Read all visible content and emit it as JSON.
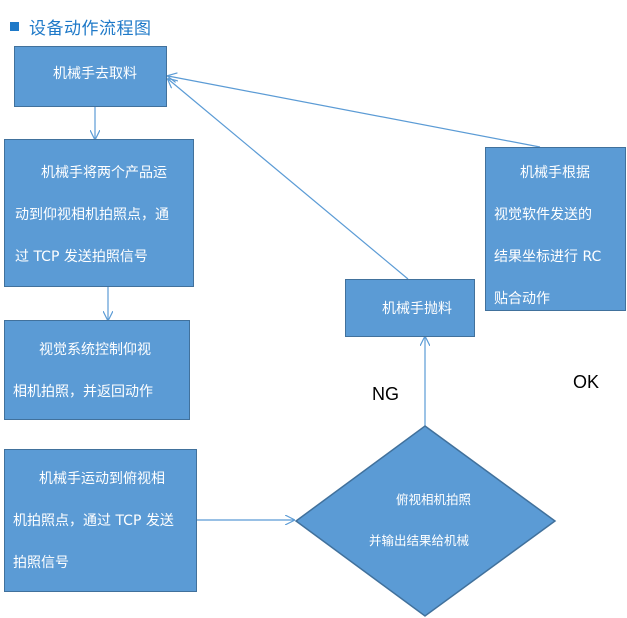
{
  "title": "设备动作流程图",
  "nodes": {
    "pick": "机械手去取料",
    "move_up": "机械手将两个产品运\n动到仰视相机拍照点，通\n过 TCP 发送拍照信号",
    "vision_up": "视觉系统控制仰视\n相机拍照，并返回动作",
    "move_down": "机械手运动到俯视相\n机拍照点，通过 TCP 发送\n拍照信号",
    "decision_line1": "俯视相机拍照",
    "decision_line2": "并输出结果给机械",
    "throw": "机械手抛料",
    "place": "机械手根据\n视觉软件发送的\n结果坐标进行 RC\n贴合动作"
  },
  "labels": {
    "ng": "NG",
    "ok": "OK"
  },
  "colors": {
    "title": "#1e79c8",
    "box_fill": "#5b9bd5",
    "box_border": "#41719c",
    "connector": "#5b9bd5"
  }
}
